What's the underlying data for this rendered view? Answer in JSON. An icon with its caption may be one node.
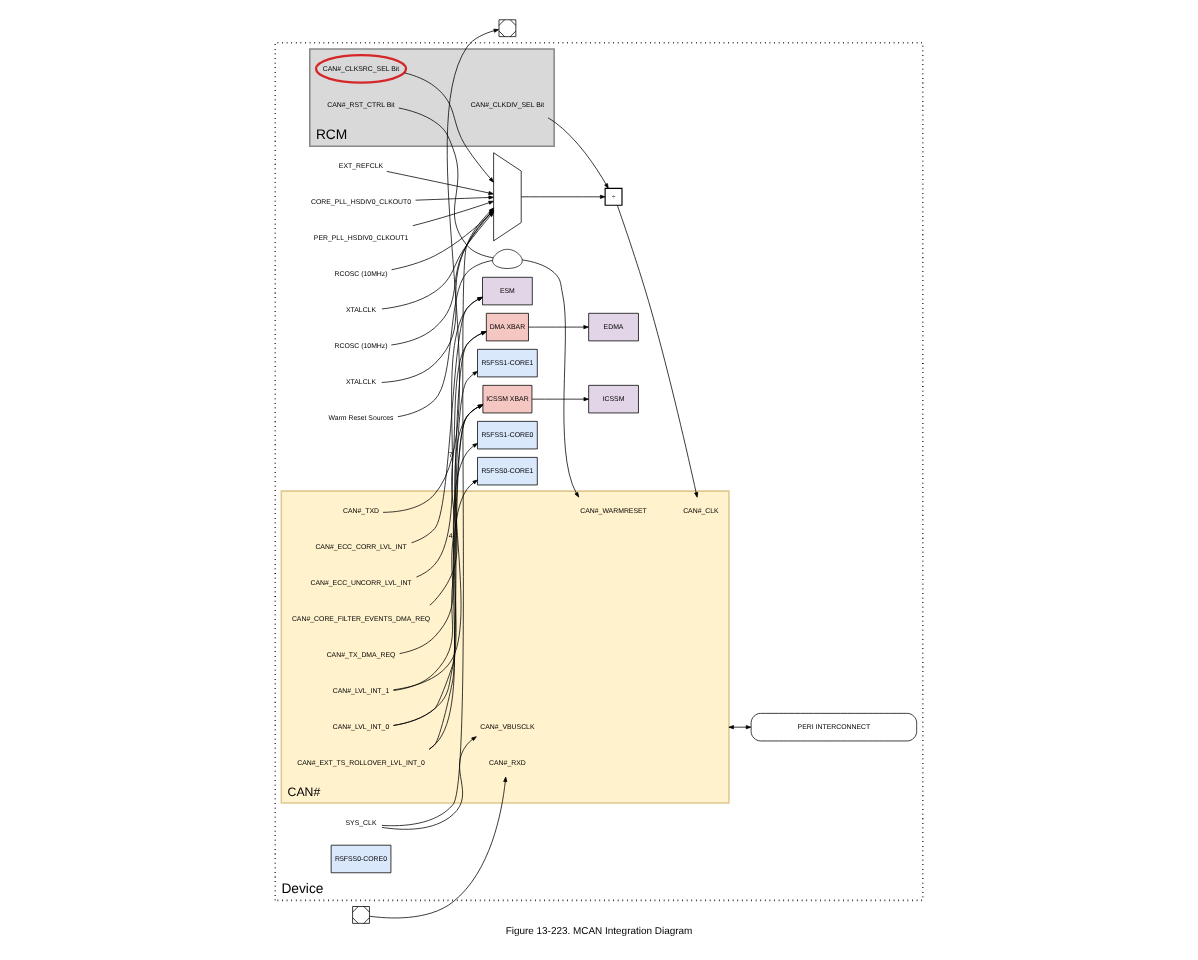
{
  "diagram": {
    "caption": "Figure 13-223. MCAN Integration Diagram",
    "nodes": [
      {
        "text": [
          "Device"
        ]
      },
      {
        "text": [
          "CAN#"
        ],
        "in": 0
      },
      {
        "text": [
          "CAN#_VBUSCLK"
        ],
        "in": 1
      },
      {
        "text": [
          "CAN#_CLK"
        ],
        "in": 1
      },
      {
        "text": [
          "CAN#_WARMRESET"
        ],
        "in": 1
      },
      {
        "text": [
          "CAN#_TX_DMA_REQ"
        ],
        "in": 1
      },
      {
        "text": [
          "CAN#_CORE_FILTER_EVENTS_DMA_REQ"
        ],
        "in": 1
      },
      {
        "text": [
          "CAN#_TXD"
        ],
        "in": 1
      },
      {
        "text": [
          "CAN#_RXD"
        ],
        "in": 1
      },
      {
        "text": [
          "CAN#_EXT_TS_ROLLOVER_LVL_INT_0"
        ],
        "in": 1
      },
      {
        "text": [
          "CAN#_LVL_INT_0"
        ],
        "in": 1
      },
      {
        "text": [
          "CAN#_LVL_INT_1"
        ],
        "in": 1
      },
      {
        "text": [
          "CAN#_ECC_CORR_LVL_INT"
        ],
        "in": 1
      },
      {
        "text": [
          "CAN#_ECC_UNCORR_LVL_INT"
        ],
        "in": 1
      },
      {
        "text": [
          "SYS_CLK"
        ],
        "in": 0
      },
      {
        "text": [
          "XTALCLK"
        ],
        "in": 0
      },
      {
        "text": [
          "EXT_REFCLK"
        ],
        "in": 0
      },
      {
        "text": [
          "PER_PLL_HSDIV0_CLKOUT1"
        ],
        "in": 0
      },
      {
        "text": [
          "CORE_PLL_HSDIV0_CLKOUT0"
        ],
        "in": 0
      },
      {
        "text": [
          "RCOSC (10MHz)"
        ],
        "in": 0
      },
      {
        "text": [
          "XTALCLK"
        ],
        "in": 0
      },
      {
        "text": [
          "RCOSC (10MHz)"
        ],
        "in": 0
      },
      {
        "text": [],
        "shape": "trapezoid",
        "in": 0
      },
      {
        "text": [
          "÷"
        ],
        "in": 0
      },
      {
        "text": [
          "RCM"
        ],
        "in": 0
      },
      {
        "text": [
          "CAN#_CLKSRC_SEL Bit"
        ],
        "in": 24
      },
      {
        "text": [
          "CAN#_CLKDIV_SEL Bit"
        ],
        "in": 24
      },
      {
        "text": [
          "CAN#_RST_CTRL Bit"
        ],
        "in": 24
      },
      {
        "text": [
          "Warm Reset Sources"
        ],
        "in": 0
      },
      {
        "text": [],
        "shape": "gate",
        "in": 0
      },
      {
        "text": [
          "DMA XBAR"
        ],
        "in": 0
      },
      {
        "text": [
          "EDMA"
        ],
        "in": 0
      },
      {
        "text": [],
        "shape": "box"
      },
      {
        "text": [],
        "shape": "box"
      },
      {
        "text": [
          "ICSSM XBAR"
        ],
        "in": 0
      },
      {
        "text": [
          "ICSSM"
        ],
        "in": 0
      },
      {
        "text": [
          "R5FSS0-CORE0"
        ],
        "in": 0
      },
      {
        "text": [
          "R5FSS0-CORE1"
        ],
        "in": 0
      },
      {
        "text": [
          "R5FSS1-CORE0"
        ],
        "in": 0
      },
      {
        "text": [
          "R5FSS1-CORE1"
        ],
        "in": 0
      },
      {
        "text": [
          "ESM"
        ],
        "in": 0
      },
      {
        "text": [
          "PERI INTERCONNECT"
        ],
        "in": 0
      }
    ],
    "edges": [
      {
        "from": 14,
        "to": 2,
        "arrow": "to"
      },
      {
        "from": 14,
        "to": 22,
        "arrow": "to"
      },
      {
        "from": 15,
        "to": 22,
        "arrow": "to"
      },
      {
        "from": 16,
        "to": 22,
        "arrow": "to"
      },
      {
        "from": 17,
        "to": 22,
        "arrow": "to"
      },
      {
        "from": 18,
        "to": 22,
        "arrow": "to"
      },
      {
        "from": 19,
        "to": 22,
        "arrow": "to"
      },
      {
        "from": 20,
        "to": 22,
        "arrow": "to"
      },
      {
        "from": 21,
        "to": 22,
        "arrow": "to"
      },
      {
        "from": 22,
        "to": 23,
        "arrow": "to"
      },
      {
        "from": 23,
        "to": 3,
        "arrow": "to"
      },
      {
        "from": 25,
        "to": 22,
        "arrow": "to"
      },
      {
        "from": 26,
        "to": 23,
        "arrow": "to"
      },
      {
        "from": 27,
        "to": 29,
        "arrow": "none"
      },
      {
        "from": 28,
        "to": 29,
        "arrow": "none"
      },
      {
        "from": 29,
        "to": 4,
        "arrow": "to"
      },
      {
        "from": 5,
        "to": 30,
        "arrow": "to",
        "label": "4"
      },
      {
        "from": 6,
        "to": 30,
        "arrow": "to",
        "label": "7"
      },
      {
        "from": 30,
        "to": 31,
        "arrow": "to"
      },
      {
        "from": 7,
        "to": 32,
        "arrow": "to"
      },
      {
        "from": 33,
        "to": 8,
        "arrow": "to"
      },
      {
        "from": 9,
        "to": 34,
        "arrow": "to"
      },
      {
        "from": 10,
        "to": 34,
        "arrow": "to"
      },
      {
        "from": 11,
        "to": 34,
        "arrow": "to"
      },
      {
        "from": 34,
        "to": 35,
        "arrow": "to"
      },
      {
        "from": 9,
        "to": 37,
        "arrow": "to"
      },
      {
        "from": 10,
        "to": 38,
        "arrow": "to"
      },
      {
        "from": 11,
        "to": 39,
        "arrow": "to"
      },
      {
        "from": 12,
        "to": 40,
        "arrow": "to"
      },
      {
        "from": 13,
        "to": 40,
        "arrow": "to"
      },
      {
        "from": 1,
        "to": 41,
        "arrow": "both"
      }
    ]
  }
}
